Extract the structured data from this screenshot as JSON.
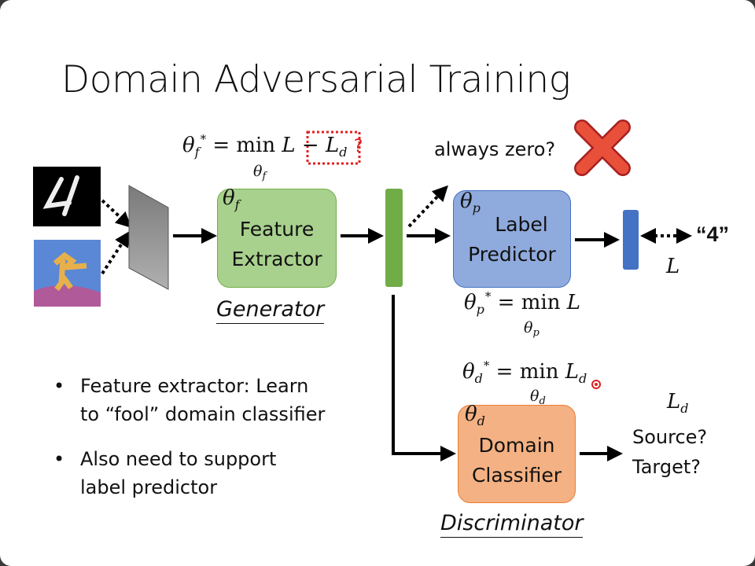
{
  "title": "Domain Adversarial Training",
  "formula_f": {
    "theta": "θ",
    "sub": "f",
    "star": "*",
    "eq": "= min",
    "under": "θ",
    "under_sub": "f",
    "L": "L",
    "minus_Ld": "− L",
    "d": "d",
    "q": "?"
  },
  "always_zero": "always zero?",
  "feature_extractor": {
    "theta": "θ",
    "sub": "f",
    "line1": "Feature",
    "line2": "Extractor"
  },
  "label_predictor": {
    "theta": "θ",
    "sub": "p",
    "line1": "Label",
    "line2": "Predictor"
  },
  "domain_classifier": {
    "theta": "θ",
    "sub": "d",
    "line1": "Domain",
    "line2": "Classifier"
  },
  "generator": "Generator",
  "discriminator": "Discriminator",
  "formula_p": {
    "theta": "θ",
    "sub": "p",
    "star": "*",
    "eq": "= min",
    "under": "θ",
    "L": "L"
  },
  "formula_d": {
    "theta": "θ",
    "sub": "d",
    "star": "*",
    "eq": "= min",
    "under": "θ",
    "L": "L"
  },
  "output_label": "“4”",
  "loss_L": "L",
  "loss_Ld": {
    "L": "L",
    "d": "d"
  },
  "domain_outputs": [
    "Source?",
    "Target?"
  ],
  "bullets": [
    {
      "line1": "Feature extractor: Learn",
      "line2": "to “fool” domain classifier"
    },
    {
      "line1": "Also need to support",
      "line2": "label predictor"
    }
  ],
  "bullet_char": "•",
  "colors": {
    "green": "#a9d18e",
    "blue": "#8faadc",
    "orange": "#f4b183",
    "red": "#e02020"
  }
}
